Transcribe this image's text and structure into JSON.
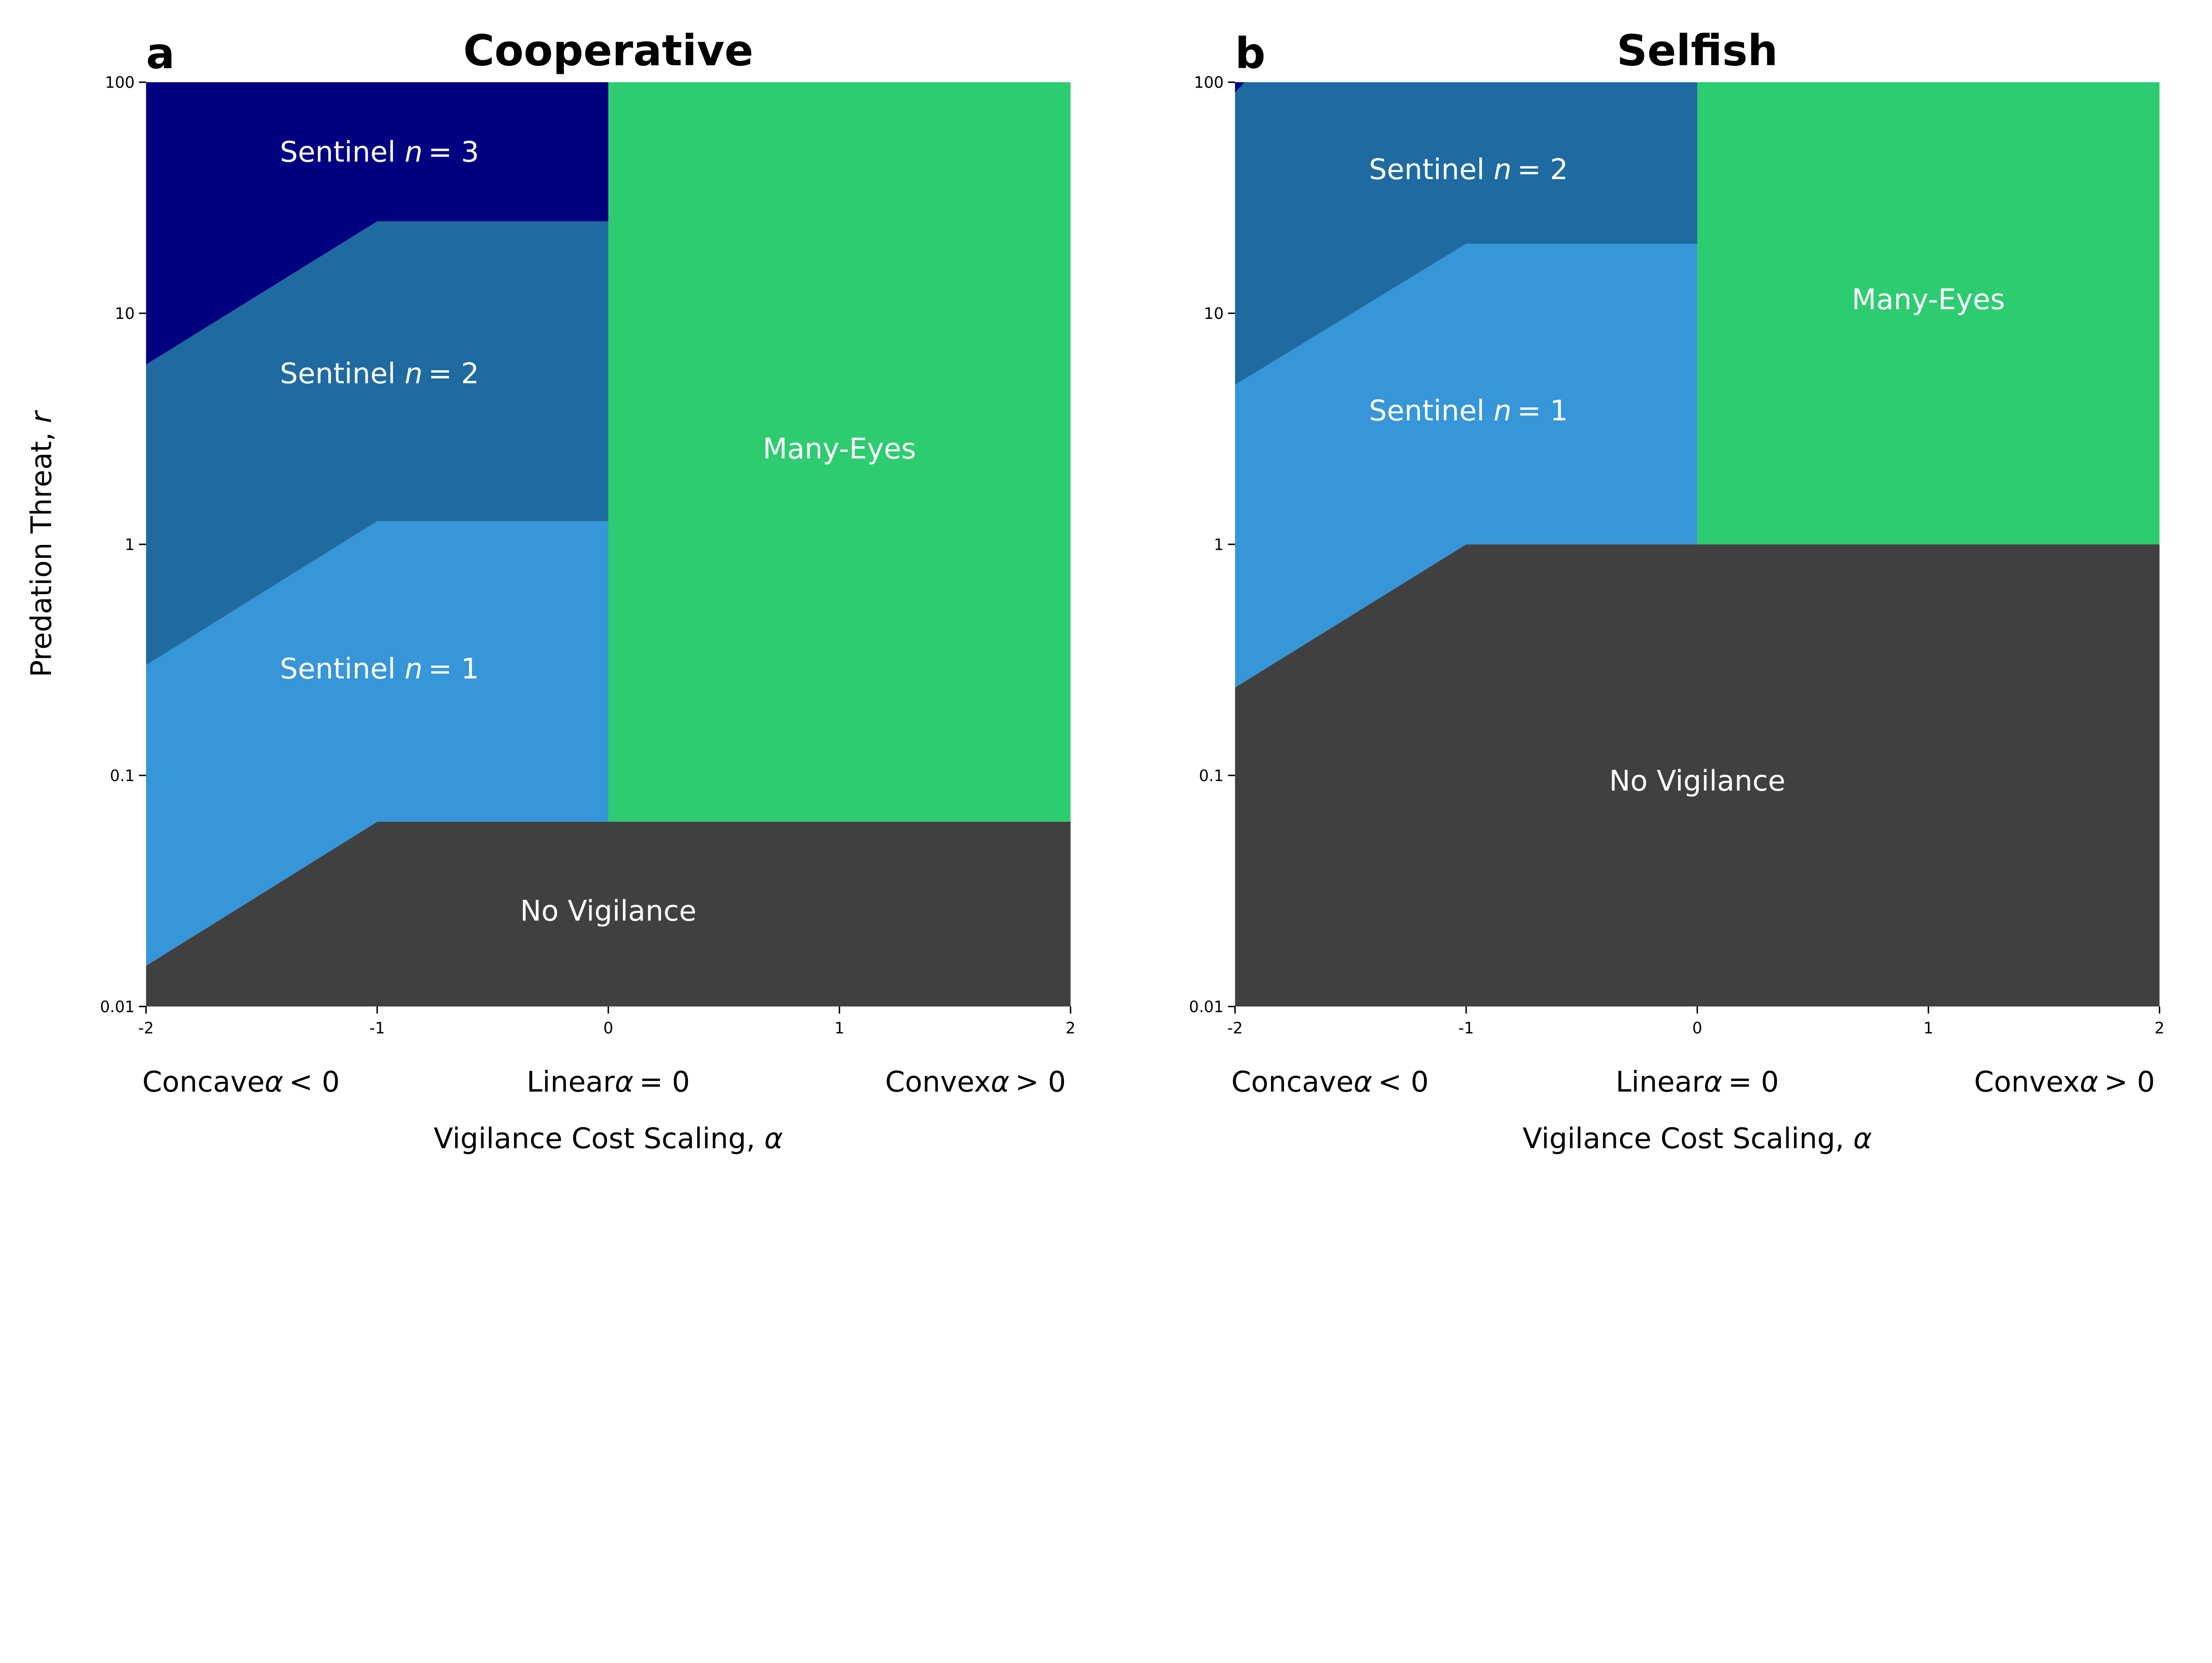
{
  "chart_data": [
    {
      "type": "area",
      "panel_label": "a",
      "title": "Cooperative",
      "xlabel": {
        "text": "Vigilance Cost Scaling, ",
        "symbol": "α"
      },
      "ylabel": {
        "text": "Predation Threat, ",
        "symbol": "r"
      },
      "xlim": [
        -2,
        2
      ],
      "ylim": [
        0.01,
        100
      ],
      "yscale": "log",
      "grid": false,
      "xticks": [
        {
          "value": -2,
          "label": "-2"
        },
        {
          "value": -1,
          "label": "-1"
        },
        {
          "value": 0,
          "label": "0"
        },
        {
          "value": 1,
          "label": "1"
        },
        {
          "value": 2,
          "label": "2"
        }
      ],
      "yticks": [
        {
          "value": 0.01,
          "label": "0.01"
        },
        {
          "value": 0.1,
          "label": "0.1"
        },
        {
          "value": 1,
          "label": "1"
        },
        {
          "value": 10,
          "label": "10"
        },
        {
          "value": 100,
          "label": "100"
        }
      ],
      "category_labels": [
        {
          "text": "Concave",
          "symbol": "α",
          "rel": "< 0"
        },
        {
          "text": "Linear",
          "symbol": "α",
          "rel": "= 0"
        },
        {
          "text": "Convex",
          "symbol": "α",
          "rel": "> 0"
        }
      ],
      "regions": [
        {
          "name": "No Vigilance",
          "label": {
            "text": "No Vigilance"
          },
          "color": "#404040",
          "polygon": [
            [
              -2,
              0.01
            ],
            [
              -2,
              0.015
            ],
            [
              -1,
              0.063
            ],
            [
              2,
              0.063
            ],
            [
              2,
              0.01
            ]
          ]
        },
        {
          "name": "Sentinel n = 1",
          "label": {
            "text": "Sentinel ",
            "symbol": "n",
            "rel": "= 1"
          },
          "color": "#3696d8",
          "polygon": [
            [
              -2,
              0.015
            ],
            [
              -2,
              0.3
            ],
            [
              -1,
              1.26
            ],
            [
              0,
              1.26
            ],
            [
              0,
              0.063
            ],
            [
              -1,
              0.063
            ]
          ]
        },
        {
          "name": "Sentinel n = 2",
          "label": {
            "text": "Sentinel ",
            "symbol": "n",
            "rel": "= 2"
          },
          "color": "#1f6aa0",
          "polygon": [
            [
              -2,
              0.3
            ],
            [
              -2,
              6
            ],
            [
              -1,
              25
            ],
            [
              0,
              25
            ],
            [
              0,
              1.26
            ],
            [
              -1,
              1.26
            ]
          ]
        },
        {
          "name": "Sentinel n = 3",
          "label": {
            "text": "Sentinel ",
            "symbol": "n",
            "rel": "= 3"
          },
          "color": "#000080",
          "polygon": [
            [
              -2,
              6
            ],
            [
              -2,
              100
            ],
            [
              0,
              100
            ],
            [
              0,
              25
            ],
            [
              -1,
              25
            ]
          ]
        },
        {
          "name": "Many-Eyes",
          "label": {
            "text": "Many-Eyes"
          },
          "color": "#2ecc71",
          "polygon": [
            [
              0,
              0.063
            ],
            [
              0,
              100
            ],
            [
              2,
              100
            ],
            [
              2,
              0.063
            ]
          ]
        }
      ]
    },
    {
      "type": "area",
      "panel_label": "b",
      "title": "Selfish",
      "xlabel": {
        "text": "Vigilance Cost Scaling, ",
        "symbol": "α"
      },
      "ylabel": {
        "text": "",
        "symbol": ""
      },
      "xlim": [
        -2,
        2
      ],
      "ylim": [
        0.01,
        100
      ],
      "yscale": "log",
      "grid": false,
      "xticks": [
        {
          "value": -2,
          "label": "-2"
        },
        {
          "value": -1,
          "label": "-1"
        },
        {
          "value": 0,
          "label": "0"
        },
        {
          "value": 1,
          "label": "1"
        },
        {
          "value": 2,
          "label": "2"
        }
      ],
      "yticks": [
        {
          "value": 0.01,
          "label": "0.01"
        },
        {
          "value": 0.1,
          "label": "0.1"
        },
        {
          "value": 1,
          "label": "1"
        },
        {
          "value": 10,
          "label": "10"
        },
        {
          "value": 100,
          "label": "100"
        }
      ],
      "category_labels": [
        {
          "text": "Concave",
          "symbol": "α",
          "rel": "< 0"
        },
        {
          "text": "Linear",
          "symbol": "α",
          "rel": "= 0"
        },
        {
          "text": "Convex",
          "symbol": "α",
          "rel": "> 0"
        }
      ],
      "regions": [
        {
          "name": "No Vigilance",
          "label": {
            "text": "No Vigilance"
          },
          "color": "#404040",
          "polygon": [
            [
              -2,
              0.01
            ],
            [
              -2,
              0.24
            ],
            [
              -1,
              1
            ],
            [
              2,
              1
            ],
            [
              2,
              0.01
            ]
          ]
        },
        {
          "name": "Sentinel n = 1",
          "label": {
            "text": "Sentinel ",
            "symbol": "n",
            "rel": "= 1"
          },
          "color": "#3696d8",
          "polygon": [
            [
              -2,
              0.24
            ],
            [
              -2,
              4.9
            ],
            [
              -1,
              20
            ],
            [
              0,
              20
            ],
            [
              0,
              1
            ],
            [
              -1,
              1
            ]
          ]
        },
        {
          "name": "Sentinel n = 2",
          "label": {
            "text": "Sentinel ",
            "symbol": "n",
            "rel": "= 2"
          },
          "color": "#1f6aa0",
          "polygon": [
            [
              -2,
              4.9
            ],
            [
              -2,
              100
            ],
            [
              0,
              100
            ],
            [
              0,
              20
            ],
            [
              -1,
              20
            ]
          ]
        },
        {
          "name": "Sentinel n = 3",
          "color": "#000080",
          "polygon": [
            [
              -2,
              90
            ],
            [
              -2,
              100
            ],
            [
              -1.96,
              100
            ]
          ]
        },
        {
          "name": "Many-Eyes",
          "label": {
            "text": "Many-Eyes"
          },
          "color": "#2ecc71",
          "polygon": [
            [
              0,
              1
            ],
            [
              0,
              100
            ],
            [
              2,
              100
            ],
            [
              2,
              1
            ]
          ]
        }
      ]
    }
  ]
}
